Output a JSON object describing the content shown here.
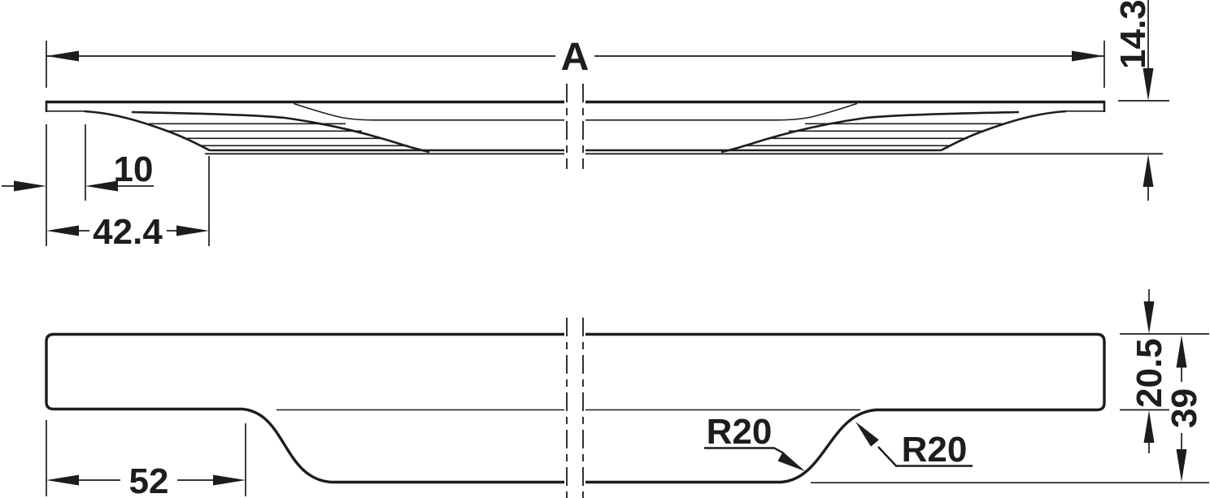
{
  "drawing": {
    "title": "profile-handle-dimension-drawing",
    "colors": {
      "line": "#1d1d1b",
      "background": "#ffffff"
    },
    "top_view": {
      "dim_overall_length": {
        "label": "A"
      },
      "dim_profile_depth": {
        "label": "14.3"
      },
      "dim_edge_offset": {
        "label": "10"
      },
      "dim_recess_offset": {
        "label": "42.4"
      }
    },
    "front_view": {
      "dim_grip_offset": {
        "label": "52"
      },
      "dim_upper_height": {
        "label": "20.5"
      },
      "dim_total_height": {
        "label": "39"
      },
      "radius_labels": [
        "R20",
        "R20"
      ]
    }
  }
}
